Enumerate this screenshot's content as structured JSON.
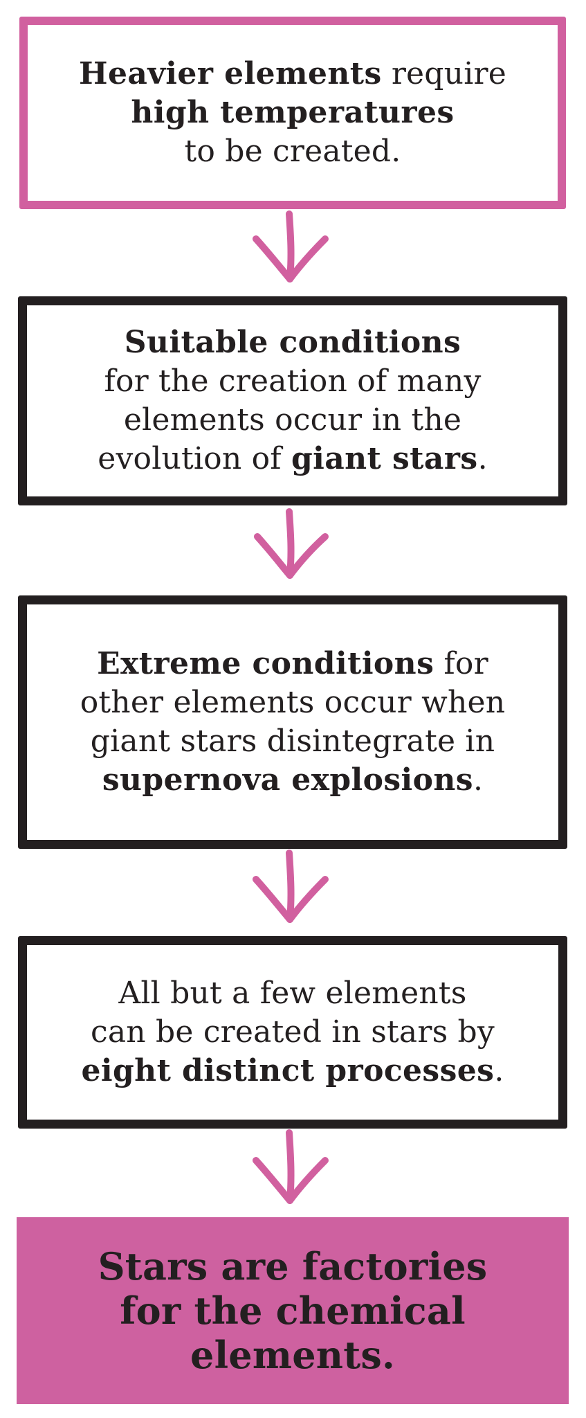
{
  "steps": [
    {
      "lines": [
        [
          {
            "text": "Heavier elements",
            "bold": true
          },
          {
            "text": " require",
            "bold": false
          }
        ],
        [
          {
            "text": "high temperatures",
            "bold": true
          }
        ],
        [
          {
            "text": "to be created.",
            "bold": false
          }
        ]
      ]
    },
    {
      "lines": [
        [
          {
            "text": "Suitable conditions",
            "bold": true
          }
        ],
        [
          {
            "text": "for the creation of many",
            "bold": false
          }
        ],
        [
          {
            "text": "elements occur in the",
            "bold": false
          }
        ],
        [
          {
            "text": "evolution of ",
            "bold": false
          },
          {
            "text": "giant stars",
            "bold": true
          },
          {
            "text": ".",
            "bold": false
          }
        ]
      ]
    },
    {
      "lines": [
        [
          {
            "text": "Extreme conditions",
            "bold": true
          },
          {
            "text": " for",
            "bold": false
          }
        ],
        [
          {
            "text": "other elements occur when",
            "bold": false
          }
        ],
        [
          {
            "text": "giant stars disintegrate in",
            "bold": false
          }
        ],
        [
          {
            "text": "supernova explosions",
            "bold": true
          },
          {
            "text": ".",
            "bold": false
          }
        ]
      ]
    },
    {
      "lines": [
        [
          {
            "text": "All but a few elements",
            "bold": false
          }
        ],
        [
          {
            "text": "can be created in stars by",
            "bold": false
          }
        ],
        [
          {
            "text": "eight distinct processes",
            "bold": true
          },
          {
            "text": ".",
            "bold": false
          }
        ]
      ]
    }
  ],
  "conclusion": {
    "lines": [
      "Stars are factories",
      "for the chemical",
      "elements."
    ]
  },
  "colors": {
    "accent_pink": "#d1609f",
    "final_fill": "#ce61a0",
    "ink": "#231f20"
  },
  "icons": [
    "arrow-down-icon"
  ]
}
